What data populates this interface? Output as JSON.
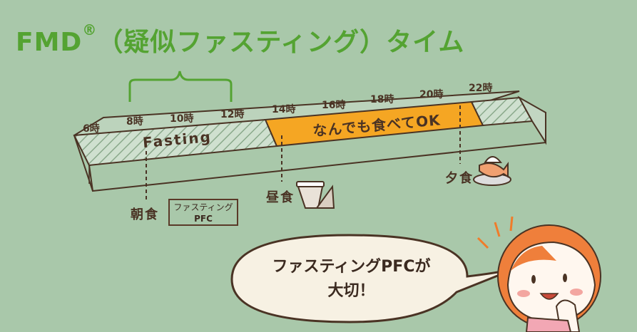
{
  "title": {
    "main": "FMD",
    "mark": "®",
    "rest": "（疑似ファスティング）タイム"
  },
  "hours": [
    "6時",
    "8時",
    "10時",
    "12時",
    "14時",
    "16時",
    "18時",
    "20時",
    "22時"
  ],
  "bands": {
    "fasting": "Fasting",
    "eating": "なんでも食べてOK"
  },
  "meals": {
    "breakfast": "朝食",
    "lunch": "昼食",
    "dinner": "夕食"
  },
  "pfc_box": {
    "line1": "ファスティング",
    "line2": "PFC"
  },
  "bubble": {
    "line1": "ファスティングPFCが",
    "line2": "大切！"
  },
  "colors": {
    "background": "#a9c8aa",
    "title_green": "#54a332",
    "eating_band": "#f5a623",
    "outline": "#4a3324"
  }
}
